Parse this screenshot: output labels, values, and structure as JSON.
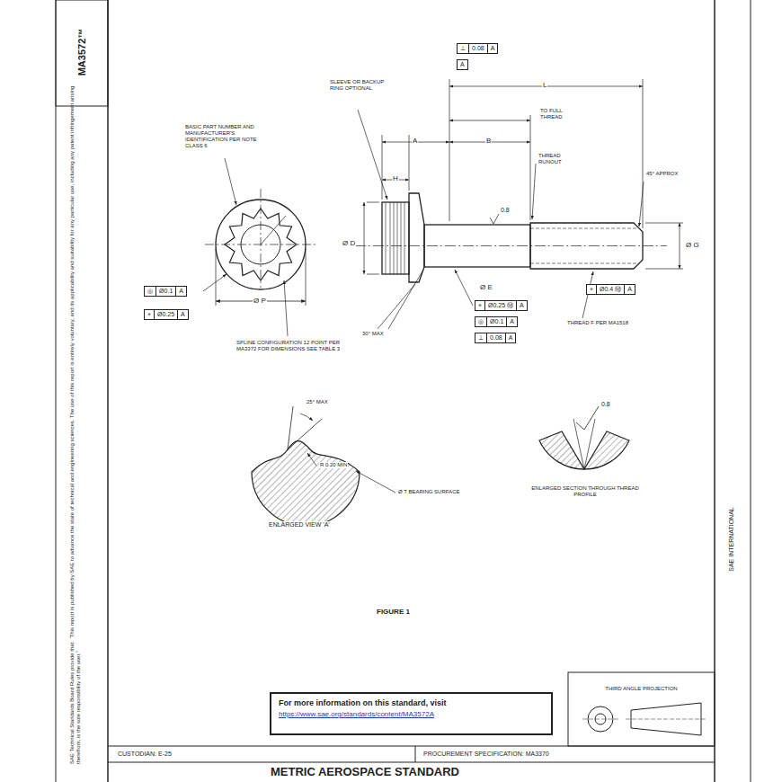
{
  "diagram": {
    "nodes": [
      {
        "text": [
          "⊥",
          "0.08",
          "A"
        ]
      },
      {
        "text": [
          "A"
        ]
      },
      {
        "text": [
          "◎",
          "Ø0.1",
          "A"
        ]
      },
      {
        "text": [
          "⌖",
          "Ø0.25",
          "A"
        ]
      },
      {
        "text": [
          "⌖",
          "Ø0.25 Ⓜ",
          "A"
        ]
      },
      {
        "text": [
          "◎",
          "Ø0.1",
          "A"
        ]
      },
      {
        "text": [
          "⊥",
          "0.08",
          "A"
        ]
      },
      {
        "text": [
          "⌖",
          "Ø0.4 Ⓜ",
          "A"
        ]
      },
      {
        "text": [
          "For more information on this standard, visit",
          "https://www.sae.org/standards/content/MA3572A"
        ]
      },
      {
        "text": [
          "THIRD ANGLE PROJECTION"
        ]
      }
    ],
    "labels": [
      "MA3572™",
      "SAE Technical Standards Board Rules provide that: “This report is published by SAE to advance the state of technical and engineering sciences. The use of this report is entirely voluntary, and its applicability and suitability for any particular use, including any patent infringement arising therefrom, is the sole responsibility of the user.”",
      "SAE INTERNATIONAL",
      "BASIC PART NUMBER AND MANUFACTURER'S IDENTIFICATION PER NOTE CLASS 6",
      "SLEEVE OR BACKUP RING OPTIONAL",
      "SPLINE CONFIGURATION 12 POINT PER MA3372 FOR DIMENSIONS SEE TABLE 3",
      "45° APPROX",
      "THREAD RUNOUT",
      "TO FULL THREAD",
      "L",
      "H",
      "A",
      "B",
      "Ø D",
      "Ø E",
      "Ø G",
      "Ø P",
      "30° MAX",
      "THREAD F PER MA1518",
      "25° MAX",
      "R 0.20 MIN",
      "Ø T BEARING SURFACE",
      "ENLARGED VIEW 'A'",
      "ENLARGED SECTION THROUGH THREAD PROFILE",
      "0.8",
      "FIGURE 1",
      "CUSTODIAN: E-25",
      "PROCUREMENT SPECIFICATION: MA3370",
      "METRIC AEROSPACE STANDARD",
      "0.8"
    ]
  }
}
